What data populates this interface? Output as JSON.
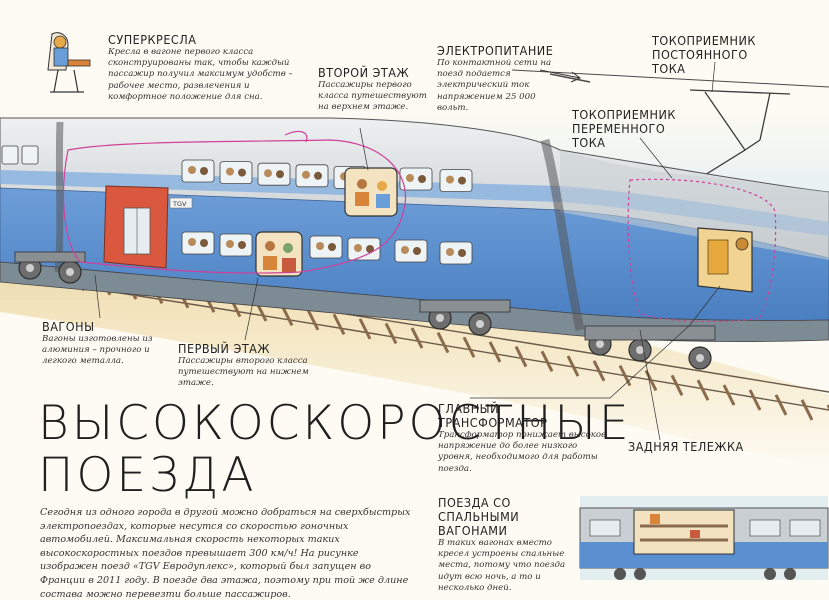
{
  "title": {
    "line1": "ВЫСОКОСКОРОСТНЫЕ",
    "line2": "ПОЕЗДА"
  },
  "intro": "Сегодня из одного города в другой можно добраться на сверхбыстрых электропоездах, которые несутся со скоростью гоночных автомобилей. Максимальная скорость некоторых таких высокоскоростных поездов превышает 300 км/ч! На рисунке изображен поезд «TGV Евродуплекс», который был запущен во Франции в 2011 году. В поезде два этажа, поэтому при той же длине состава можно перевезти больше пассажиров.",
  "labels": {
    "superseats": {
      "head": "СУПЕРКРЕСЛА",
      "text": "Кресла в вагоне первого класса сконструированы так, чтобы каждый пассажир получил максимум удобств – рабочее место, развлечения и комфортное положение для сна."
    },
    "second_floor": {
      "head": "ВТОРОЙ ЭТАЖ",
      "text": "Пассажиры первого класса путешествуют на верхнем этаже."
    },
    "power": {
      "head": "ЭЛЕКТРОПИТАНИЕ",
      "text": "По контактной сети на поезд подается электрический ток напряжением 25 000 вольт."
    },
    "dc_pantograph": {
      "head": "ТОКОПРИЕМНИК ПОСТОЯННОГО ТОКА"
    },
    "ac_pantograph": {
      "head": "ТОКОПРИЕМНИК ПЕРЕМЕННОГО ТОКА"
    },
    "cars": {
      "head": "ВАГОНЫ",
      "text": "Вагоны изготовлены из алюминия – прочного и легкого металла."
    },
    "first_floor": {
      "head": "ПЕРВЫЙ ЭТАЖ",
      "text": "Пассажиры второго класса путешествуют на нижнем этаже."
    },
    "transformer": {
      "head": "ГЛАВНЫЙ ТРАНСФОРМАТОР",
      "text": "Трансформатор понижает высокое напряжение до более низкого уровня, необходимого для работы поезда."
    },
    "rear_bogie": {
      "head": "ЗАДНЯЯ ТЕЛЕЖКА"
    },
    "sleeper": {
      "head": "ПОЕЗДА СО СПАЛЬНЫМИ ВАГОНАМИ",
      "text": "В таких вагонах вместо кресел устроены спальные места, потому что поезда идут всю ночь, а то и несколько дней."
    }
  },
  "car_marking": "TGV",
  "colors": {
    "paper": "#fdfbf3",
    "sky": "#dbeaf0",
    "blue": "#5a8fd0",
    "red": "#d9583e",
    "silver": "#d7dadd",
    "ground": "#e8c98a",
    "magenta": "#d0409a"
  }
}
